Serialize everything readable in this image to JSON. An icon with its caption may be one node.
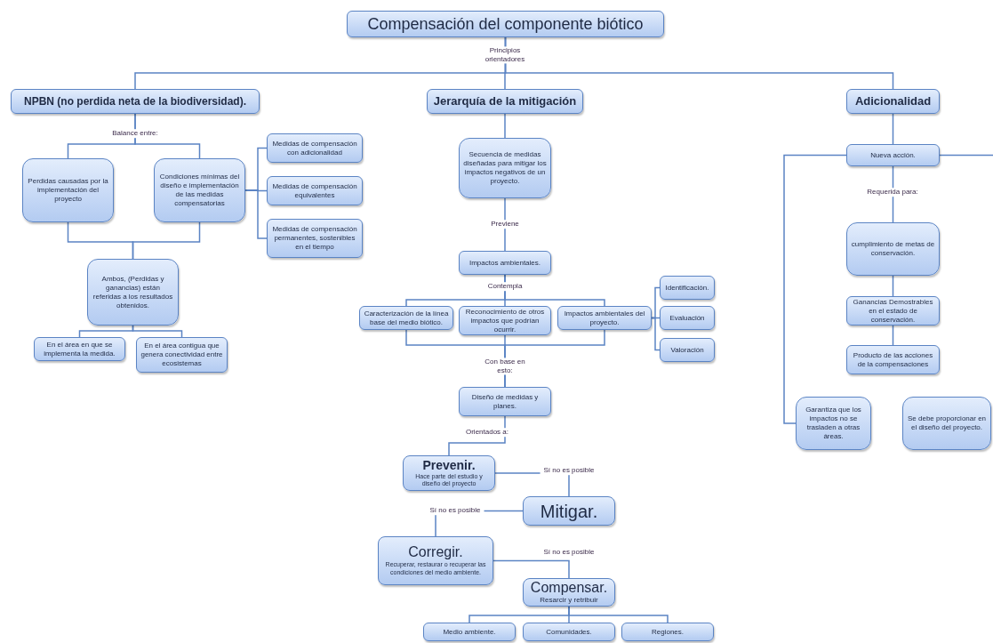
{
  "diagram": {
    "nodes": [
      {
        "text": [
          "Compensación del componente biótico"
        ]
      },
      {
        "text": [
          "NPBN (no perdida neta de la biodiversidad)."
        ]
      },
      {
        "text": [
          "Jerarquía de la mitigación"
        ]
      },
      {
        "text": [
          "Adicionalidad"
        ]
      },
      {
        "text": [
          "Perdidas causadas por la implementación del proyecto"
        ]
      },
      {
        "text": [
          "Condiciones mínimas del diseño e implementación de las medidas compensatorias"
        ]
      },
      {
        "text": [
          "Medidas de compensación con adicionalidad"
        ]
      },
      {
        "text": [
          "Medidas de compensación equivalentes"
        ]
      },
      {
        "text": [
          "Medidas de compensación permanentes, sostenibles en el tiempo"
        ]
      },
      {
        "text": [
          "Ambos, (Perdidas y ganancias) están referidas a los resultados obtenidos."
        ]
      },
      {
        "text": [
          "En el área en que se implementa la medida."
        ]
      },
      {
        "text": [
          "En el área contigua que genera conectividad entre ecosistemas"
        ]
      },
      {
        "text": [
          "Secuencia de medidas diseñadas para mitigar los impactos negativos de un proyecto."
        ]
      },
      {
        "text": [
          "Impactos ambientales."
        ]
      },
      {
        "text": [
          "Caracterización de la línea base del medio biótico."
        ]
      },
      {
        "text": [
          "Reconocimiento de otros impactos que podrían ocurrir."
        ]
      },
      {
        "text": [
          "Impactos ambientales del proyecto."
        ]
      },
      {
        "text": [
          "Identificación."
        ]
      },
      {
        "text": [
          "Evaluación"
        ]
      },
      {
        "text": [
          "Valoración"
        ]
      },
      {
        "text": [
          "Diseño de medidas y planes."
        ]
      },
      {
        "text": [
          "Prevenir.",
          "Hace parte del estudio y diseño del proyecto"
        ]
      },
      {
        "text": [
          "Mitigar."
        ]
      },
      {
        "text": [
          "Corregir.",
          "Recuperar, restaurar o recuperar las condiciones del medio ambiente."
        ]
      },
      {
        "text": [
          "Compensar.",
          "Resarcir y retribuir"
        ]
      },
      {
        "text": [
          "Medio ambiente."
        ]
      },
      {
        "text": [
          "Comunidades."
        ]
      },
      {
        "text": [
          "Regiones."
        ]
      },
      {
        "text": [
          "Nueva acción."
        ]
      },
      {
        "text": [
          "cumplimiento de metas de conservación."
        ]
      },
      {
        "text": [
          "Ganancias Demostrables en el estado de conservación."
        ]
      },
      {
        "text": [
          "Producto de las acciones de la compensaciones"
        ]
      },
      {
        "text": [
          "Garantiza que los impactos no se trasladen a otras áreas."
        ]
      },
      {
        "text": [
          "Se debe proporcionar en el diseño del proyecto."
        ]
      }
    ],
    "edges": [
      {
        "from": 0,
        "to": 1,
        "arrow": "none"
      },
      {
        "from": 0,
        "to": 2,
        "arrow": "none",
        "label": "Principios orientadores"
      },
      {
        "from": 0,
        "to": 3,
        "arrow": "none"
      },
      {
        "from": 1,
        "to": 4,
        "arrow": "none",
        "label": "Balance entre:"
      },
      {
        "from": 1,
        "to": 5,
        "arrow": "none"
      },
      {
        "from": 4,
        "to": 9,
        "arrow": "none"
      },
      {
        "from": 5,
        "to": 9,
        "arrow": "none"
      },
      {
        "from": 5,
        "to": 6,
        "arrow": "none"
      },
      {
        "from": 5,
        "to": 7,
        "arrow": "none"
      },
      {
        "from": 5,
        "to": 8,
        "arrow": "none"
      },
      {
        "from": 9,
        "to": 10,
        "arrow": "none"
      },
      {
        "from": 9,
        "to": 11,
        "arrow": "none"
      },
      {
        "from": 2,
        "to": 12,
        "arrow": "none"
      },
      {
        "from": 12,
        "to": 13,
        "arrow": "none",
        "label": "Previene"
      },
      {
        "from": 13,
        "to": 14,
        "arrow": "none"
      },
      {
        "from": 13,
        "to": 15,
        "arrow": "none",
        "label": "Contempla"
      },
      {
        "from": 13,
        "to": 16,
        "arrow": "none"
      },
      {
        "from": 14,
        "to": 20,
        "arrow": "none"
      },
      {
        "from": 15,
        "to": 20,
        "arrow": "none",
        "label": "Con base en esto:"
      },
      {
        "from": 16,
        "to": 20,
        "arrow": "none"
      },
      {
        "from": 16,
        "to": 17,
        "arrow": "none"
      },
      {
        "from": 16,
        "to": 18,
        "arrow": "none"
      },
      {
        "from": 16,
        "to": 19,
        "arrow": "none"
      },
      {
        "from": 20,
        "to": 21,
        "arrow": "none",
        "label": "Orientados a:"
      },
      {
        "from": 21,
        "to": 22,
        "arrow": "none",
        "label": "Sí no es posible"
      },
      {
        "from": 22,
        "to": 23,
        "arrow": "none",
        "label": "Sí no es posible"
      },
      {
        "from": 23,
        "to": 24,
        "arrow": "none",
        "label": "Sí no es posible"
      },
      {
        "from": 24,
        "to": 25,
        "arrow": "none"
      },
      {
        "from": 24,
        "to": 26,
        "arrow": "none"
      },
      {
        "from": 24,
        "to": 27,
        "arrow": "none"
      },
      {
        "from": 3,
        "to": 28,
        "arrow": "none"
      },
      {
        "from": 28,
        "to": 29,
        "arrow": "none",
        "label": "Requerida para:"
      },
      {
        "from": 29,
        "to": 30,
        "arrow": "none"
      },
      {
        "from": 30,
        "to": 31,
        "arrow": "none"
      },
      {
        "from": 28,
        "to": 32,
        "arrow": "none"
      },
      {
        "from": 28,
        "to": null,
        "arrow": "none"
      }
    ]
  }
}
